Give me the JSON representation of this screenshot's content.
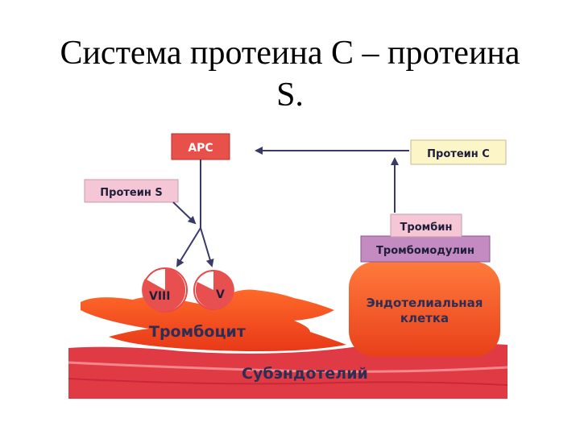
{
  "slide": {
    "title_line1": "Система протеина С – протеина",
    "title_line2": "S."
  },
  "diagram": {
    "apc_label": "APC",
    "protein_c_label": "Протеин С",
    "protein_s_label": "Протеин S",
    "thrombin_label": "Тромбин",
    "thrombomodulin_label": "Тромбомодулин",
    "endothelial_line1": "Эндотелиальная",
    "endothelial_line2": "клетка",
    "factor_viii_label": "VIII",
    "factor_v_label": "V",
    "platelet_label": "Тромбоцит",
    "subendothelium_label": "Субэндотелий"
  },
  "colors": {
    "red_box": "#e8504a",
    "pink_box": "#f4c6d6",
    "yellow_box": "#fbf5c8",
    "purple_box": "#c48ac2",
    "cell_orange": "#f0501e",
    "subendo": "#e03a44",
    "text_dark": "#3a3a5a"
  }
}
